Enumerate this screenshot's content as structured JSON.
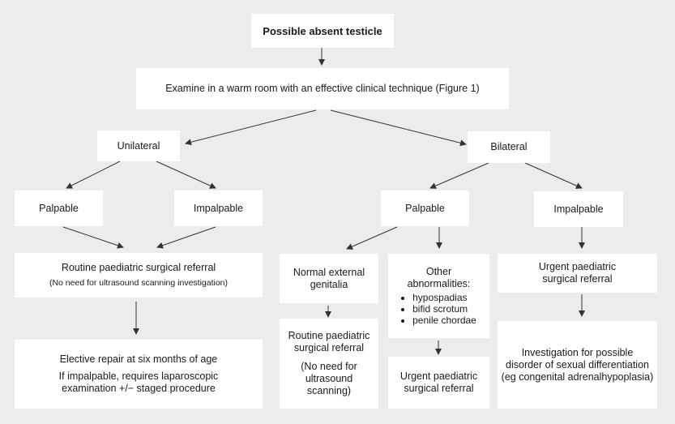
{
  "nodes": {
    "start": "Possible absent testicle",
    "examine": "Examine in a warm room with an effective clinical technique (Figure 1)",
    "unilateral": "Unilateral",
    "bilateral": "Bilateral",
    "uni_palpable": "Palpable",
    "uni_impalpable": "Impalpable",
    "bi_palpable": "Palpable",
    "bi_impalpable": "Impalpable",
    "routine_referral": {
      "title": "Routine paediatric surgical referral",
      "note": "(No need for ultrasound scanning investigation)"
    },
    "normal_genitalia": [
      "Normal external",
      "genitalia"
    ],
    "other_abnormalities": {
      "title": [
        "Other",
        "abnormalities:"
      ],
      "items": [
        "hypospadias",
        "bifid scrotum",
        "penile chordae"
      ]
    },
    "urgent_referral_right": [
      "Urgent paediatric",
      "surgical referral"
    ],
    "elective_repair": {
      "line1": "Elective repair at six months of age",
      "line2": "If impalpable, requires laparoscopic",
      "line3": "examination +/− staged procedure"
    },
    "routine_referral_mid": [
      "Routine paediatric",
      "surgical referral",
      "",
      "(No need for",
      "ultrasound",
      "scanning)"
    ],
    "urgent_referral_mid": [
      "Urgent paediatric",
      "surgical referral"
    ],
    "investigation": [
      "Investigation for possible",
      "disorder of sexual differentiation",
      "(eg congenital adrenalhypoplasia)"
    ]
  },
  "colors": {
    "background": "#ececec",
    "box": "#ffffff",
    "arrow": "#333333"
  }
}
